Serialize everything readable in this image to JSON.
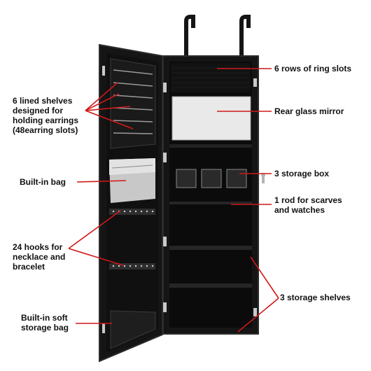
{
  "colors": {
    "cabinet": "#151515",
    "cabinet_edge": "#2c2c2c",
    "interior": "#0b0b0b",
    "mirror": "#e9e9e9",
    "bag": "#c8c8c8",
    "callout": "#d01818",
    "label_text": "#111111",
    "hinge": "#c9c9c9"
  },
  "callouts": {
    "ring_slots": {
      "lines": [
        "6 rows of ring slots"
      ]
    },
    "earring_shelves": {
      "lines": [
        "6 lined shelves",
        "designed for",
        "holding earrings",
        "(48earring slots)"
      ]
    },
    "rear_mirror": {
      "lines": [
        "Rear glass mirror"
      ]
    },
    "built_in_bag": {
      "lines": [
        "Built-in bag"
      ]
    },
    "storage_box": {
      "lines": [
        "3 storage box"
      ]
    },
    "rod": {
      "lines": [
        "1 rod for scarves",
        "and watches"
      ]
    },
    "hooks": {
      "lines": [
        "24 hooks for",
        "necklace and",
        "bracelet"
      ]
    },
    "storage_shelves": {
      "lines": [
        "3 storage shelves"
      ]
    },
    "soft_bag": {
      "lines": [
        "Built-in soft",
        "storage bag"
      ]
    }
  }
}
